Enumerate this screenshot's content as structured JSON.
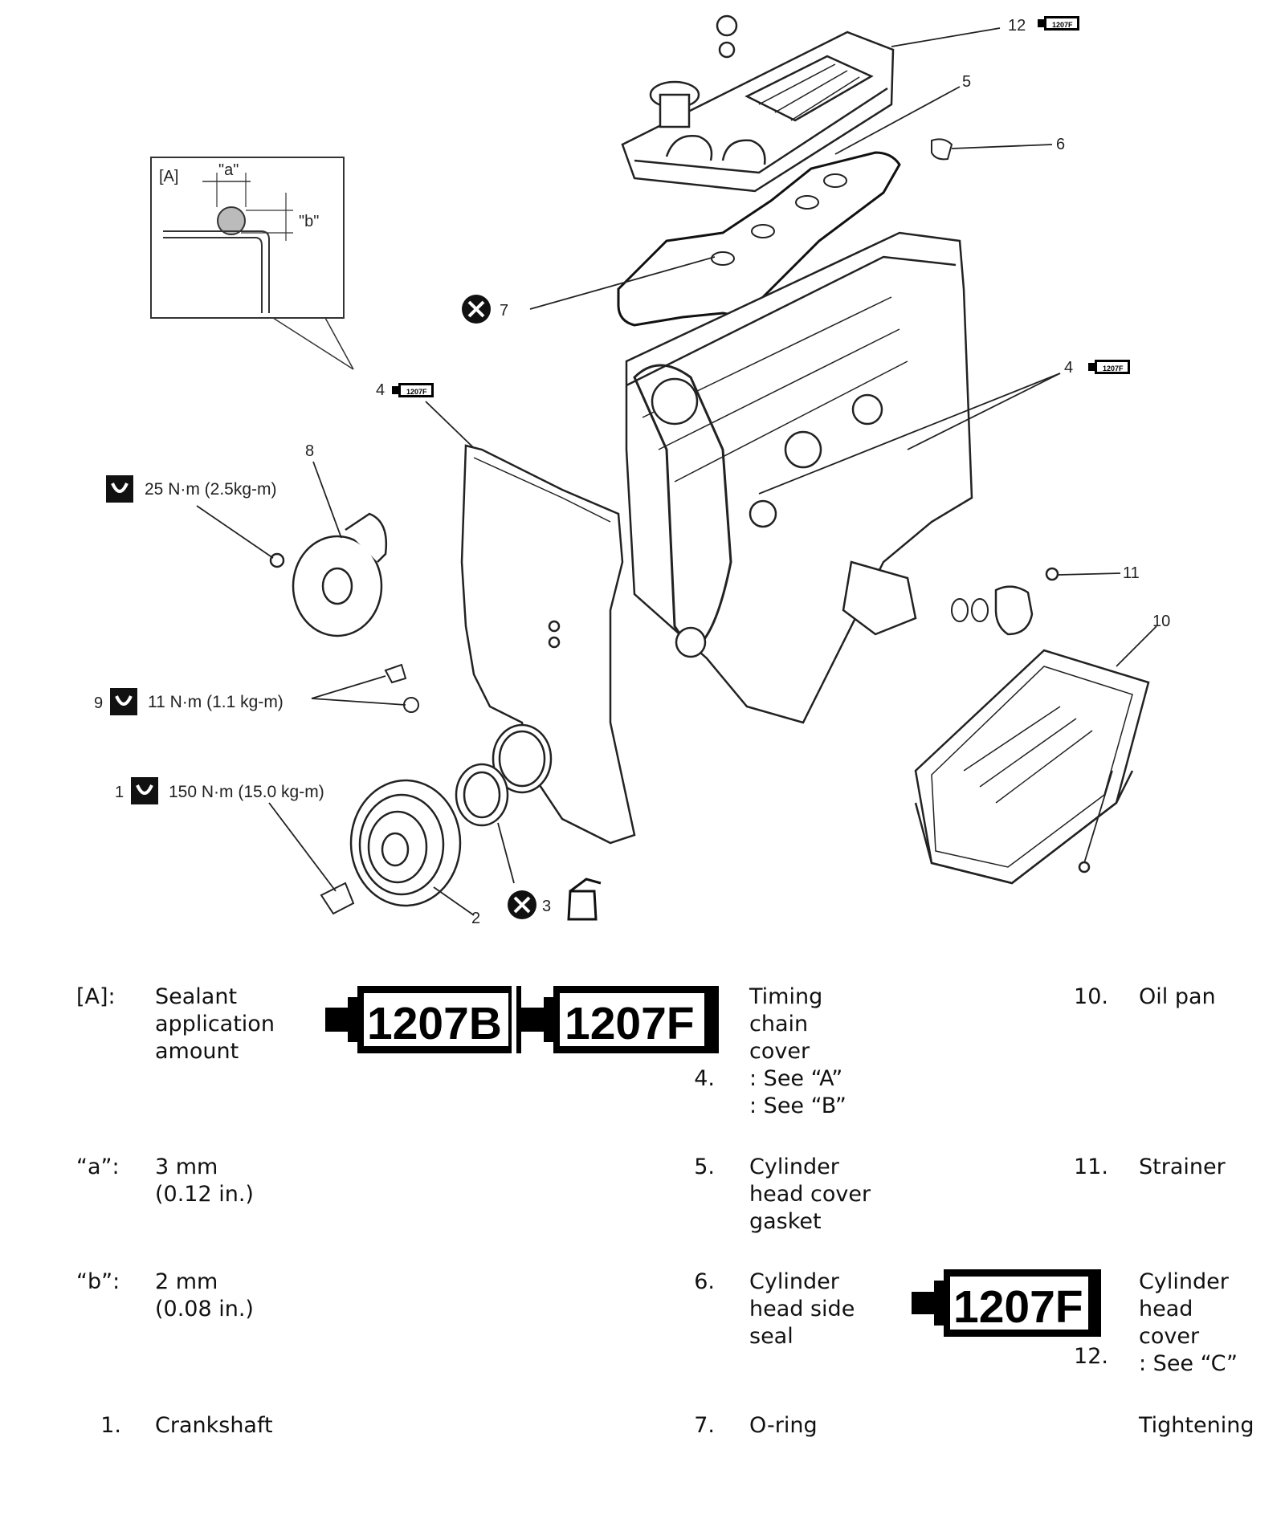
{
  "diagram": {
    "inset_label": "[A]",
    "inset_a": "\"a\"",
    "inset_b": "\"b\"",
    "callouts": {
      "c12": "12",
      "c5": "5",
      "c6": "6",
      "c7": "7",
      "c4a": "4",
      "c4b": "4",
      "c8": "8",
      "c9": "9",
      "c1": "1",
      "c11": "11",
      "c10": "10",
      "c2": "2",
      "c3": "3"
    },
    "torques": {
      "t8": "25 N·m (2.5kg-m)",
      "t9": "11 N·m (1.1 kg-m)",
      "t1": "150 N·m (15.0 kg-m)"
    },
    "tube_small": "1207F"
  },
  "legend": {
    "A": {
      "key": "[A]:",
      "text": [
        "Sealant",
        "application",
        "amount"
      ]
    },
    "tubes_row": {
      "tube1": "1207B",
      "tube2": "1207F"
    },
    "a": {
      "key": "“a”:",
      "text": [
        "3 mm",
        "(0.12 in.)"
      ]
    },
    "b": {
      "key": "“b”:",
      "text": [
        "2 mm",
        "(0.08 in.)"
      ]
    },
    "item1": {
      "num": "1.",
      "text": "Crankshaft"
    },
    "item4": {
      "num": "4.",
      "text": [
        "Timing",
        "chain",
        "cover",
        ": See “A”",
        ": See “B”"
      ]
    },
    "item5": {
      "num": "5.",
      "text": [
        "Cylinder",
        "head cover",
        "gasket"
      ]
    },
    "item6": {
      "num": "6.",
      "text": [
        "Cylinder",
        "head side",
        "seal"
      ]
    },
    "item7": {
      "num": "7.",
      "text": "O-ring"
    },
    "item10": {
      "num": "10.",
      "text": "Oil pan"
    },
    "item11": {
      "num": "11.",
      "text": "Strainer"
    },
    "item12": {
      "num": "12.",
      "text": [
        "Cylinder",
        "head",
        "cover",
        ": See “C”"
      ],
      "tube": "1207F"
    },
    "tightening": "Tightening"
  }
}
